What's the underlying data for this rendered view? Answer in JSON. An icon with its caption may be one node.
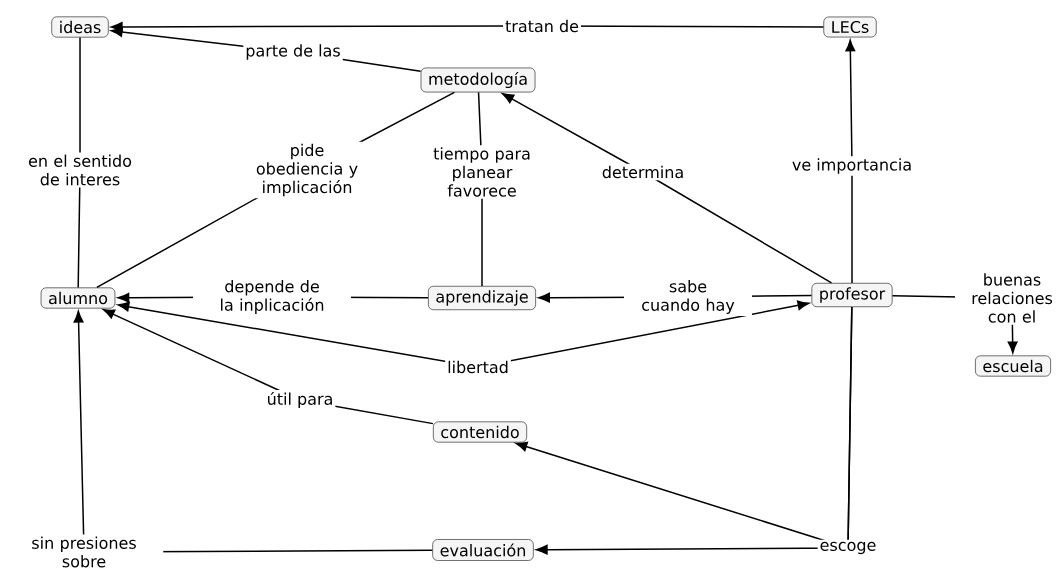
{
  "diagram": {
    "nodes": [
      {
        "text": [
          "ideas"
        ]
      },
      {
        "text": [
          "LECs"
        ]
      },
      {
        "text": [
          "metodología"
        ]
      },
      {
        "text": [
          "alumno"
        ]
      },
      {
        "text": [
          "aprendizaje"
        ]
      },
      {
        "text": [
          "profesor"
        ]
      },
      {
        "text": [
          "escuela"
        ]
      },
      {
        "text": [
          "contenido"
        ]
      },
      {
        "text": [
          "evaluación"
        ]
      }
    ],
    "edges": [
      {
        "from": 1,
        "to": 0,
        "arrow": "to",
        "label": "tratan de"
      },
      {
        "from": 2,
        "to": 0,
        "arrow": "to",
        "label": "parte de las"
      },
      {
        "from": 0,
        "to": 3,
        "arrow": "none",
        "label": "en el sentido de interes"
      },
      {
        "from": 2,
        "to": 3,
        "arrow": "none",
        "label": "pide obediencia y implicación"
      },
      {
        "from": 2,
        "to": 4,
        "arrow": "none",
        "label": "tiempo para planear favorece"
      },
      {
        "from": 5,
        "to": 2,
        "arrow": "to",
        "label": "determina"
      },
      {
        "from": 5,
        "to": 1,
        "arrow": "to",
        "label": "ve importancia"
      },
      {
        "from": 5,
        "to": 4,
        "arrow": "to",
        "label": "sabe cuando hay"
      },
      {
        "from": 4,
        "to": 3,
        "arrow": "to",
        "label": "depende de la inplicación"
      },
      {
        "from": 3,
        "to": 5,
        "arrow": "both",
        "label": "libertad"
      },
      {
        "from": 5,
        "to": 6,
        "arrow": "to",
        "label": "buenas relaciones con el"
      },
      {
        "from": 7,
        "to": 3,
        "arrow": "to",
        "label": "útil para"
      },
      {
        "from": 5,
        "to": 7,
        "arrow": "to"
      },
      {
        "from": 5,
        "to": 8,
        "arrow": "to",
        "label": "escoge"
      },
      {
        "from": 8,
        "to": 3,
        "arrow": "to",
        "label": "sin presiones sobre"
      }
    ]
  }
}
